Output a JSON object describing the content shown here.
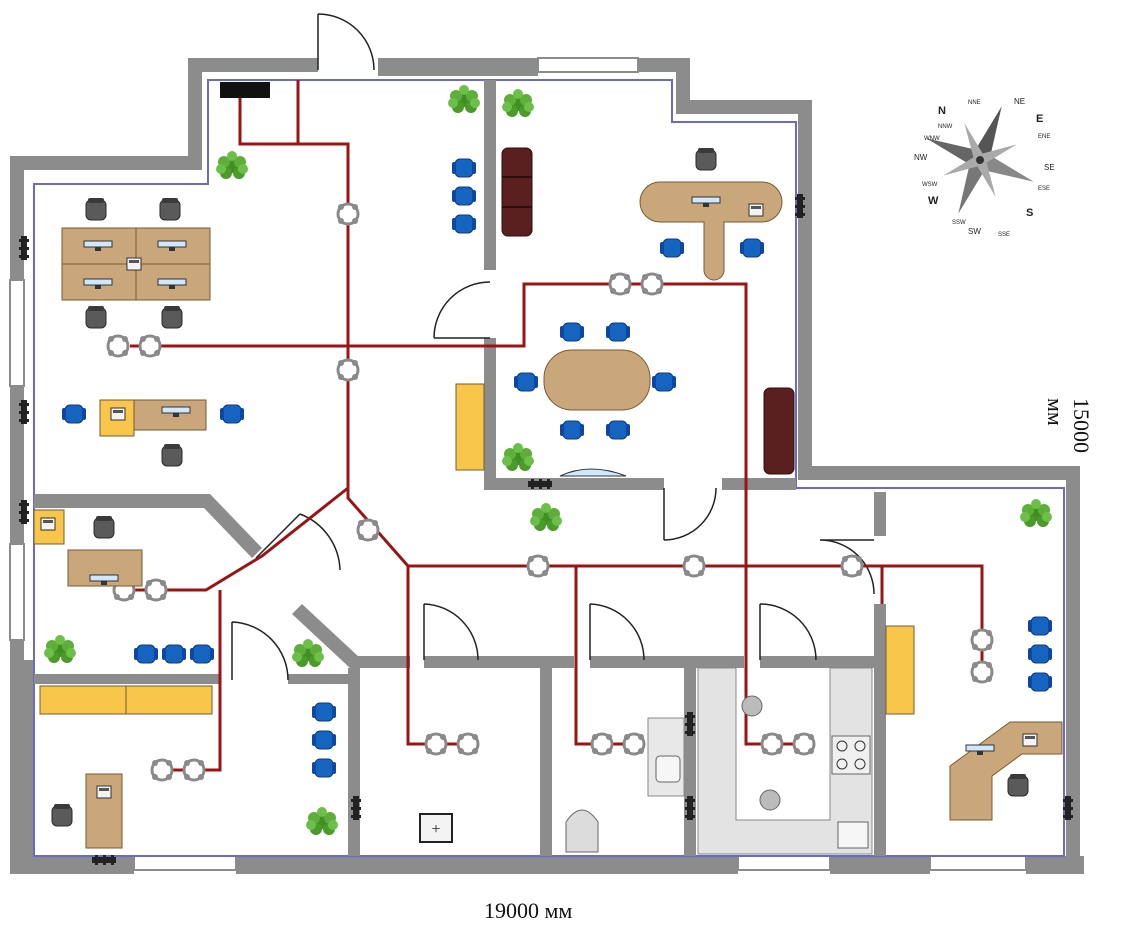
{
  "dimensions": {
    "width_label": "19000 мм",
    "height_label": "15000 мм"
  },
  "compass": {
    "cardinal": [
      "N",
      "E",
      "S",
      "W"
    ],
    "intercardinal": [
      "NE",
      "SE",
      "SW",
      "NW"
    ],
    "minor": [
      "NNE",
      "ENE",
      "ESE",
      "SSE",
      "SSW",
      "WSW",
      "WNW",
      "NNW"
    ]
  },
  "colors": {
    "wall": "#808080",
    "inner_line": "#6a6acc",
    "wiring": "#9b1414",
    "desk": "#c9a77a",
    "chair_blue": "#1565c0",
    "chair_gray": "#555555",
    "sofa": "#5a1f1f",
    "cabinet": "#f7c64a",
    "plant": "#4b9a2a"
  },
  "legend_icons": [
    "light-fixture-icon",
    "door-icon",
    "window-icon",
    "radiator-icon",
    "plant-icon",
    "monitor-icon",
    "telephone-icon",
    "toilet-icon",
    "sink-icon",
    "stove-icon",
    "compass-rose-icon"
  ]
}
